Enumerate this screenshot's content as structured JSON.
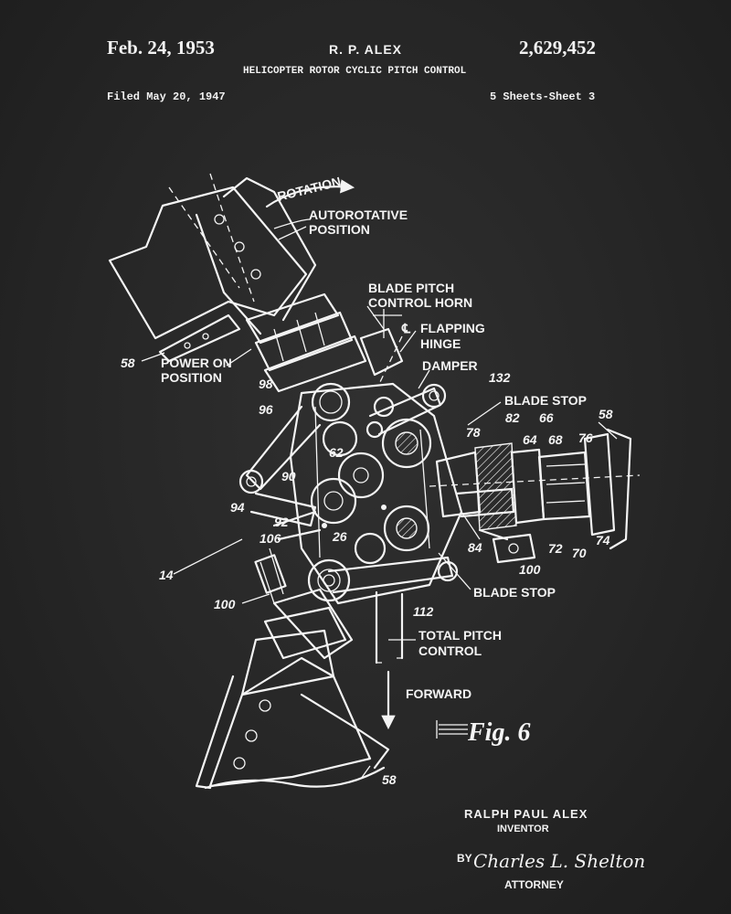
{
  "header": {
    "date": "Feb. 24, 1953",
    "inventor_short": "R. P. ALEX",
    "patent_number": "2,629,452",
    "title": "HELICOPTER ROTOR CYCLIC PITCH CONTROL",
    "filed": "Filed May 20, 1947",
    "sheets": "5 Sheets-Sheet 3"
  },
  "labels": {
    "rotation": "ROTATION",
    "autorotative_1": "AUTOROTATIVE",
    "autorotative_2": "POSITION",
    "horn_1": "BLADE PITCH",
    "horn_2": "CONTROL HORN",
    "flapping_1": "FLAPPING",
    "flapping_2": "HINGE",
    "flapping_mark": "℄",
    "damper": "DAMPER",
    "blade_stop_top": "BLADE STOP",
    "blade_stop_bottom": "BLADE STOP",
    "power_on_1": "POWER ON",
    "power_on_2": "POSITION",
    "total_pitch_1": "TOTAL PITCH",
    "total_pitch_2": "CONTROL",
    "forward": "FORWARD",
    "figure": "Fig. 6"
  },
  "numbers": {
    "n58a": "58",
    "n58b": "58",
    "n58c": "58",
    "n98": "98",
    "n96": "96",
    "n90": "90",
    "n94": "94",
    "n92": "92",
    "n106": "106",
    "n14": "14",
    "n100a": "100",
    "n100b": "100",
    "n62": "62",
    "n26": "26",
    "n132": "132",
    "n78": "78",
    "n82": "82",
    "n66": "66",
    "n64": "64",
    "n68": "68",
    "n76": "76",
    "n84": "84",
    "n72": "72",
    "n70": "70",
    "n74": "74",
    "n112": "112"
  },
  "signature": {
    "inventor_name": "RALPH PAUL ALEX",
    "inventor_role": "INVENTOR",
    "by": "BY",
    "attorney_signature": "Charles L. Shelton",
    "attorney_role": "ATTORNEY"
  }
}
